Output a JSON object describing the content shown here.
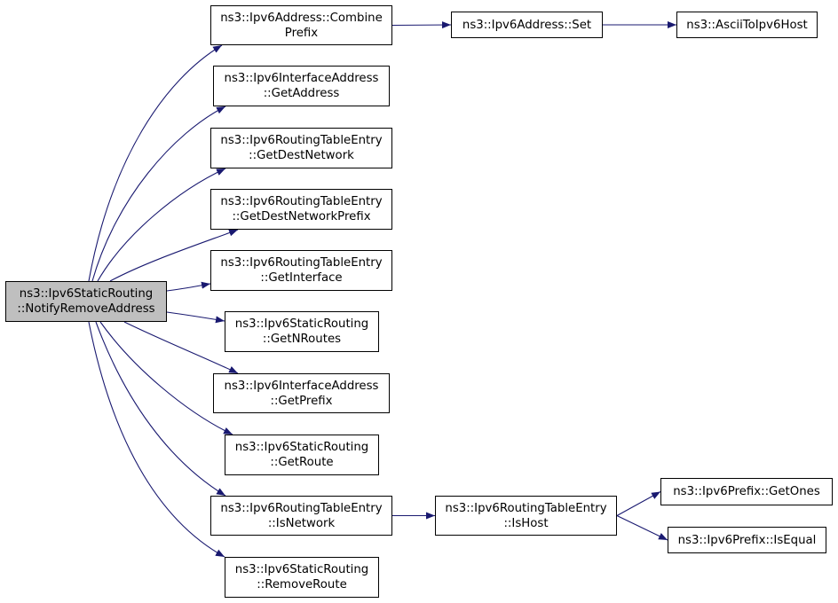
{
  "graph": {
    "edge_color": "#191970",
    "root_fill": "#bfbfbf",
    "node_fill": "#ffffff",
    "nodes": {
      "root": {
        "lines": [
          "ns3::Ipv6StaticRouting",
          "::NotifyRemoveAddress"
        ]
      },
      "combine_prefix": {
        "lines": [
          "ns3::Ipv6Address::Combine",
          "Prefix"
        ]
      },
      "address_set": {
        "lines": [
          "ns3::Ipv6Address::Set"
        ]
      },
      "ascii_to_ipv6": {
        "lines": [
          "ns3::AsciiToIpv6Host"
        ]
      },
      "iface_get_address": {
        "lines": [
          "ns3::Ipv6InterfaceAddress",
          "::GetAddress"
        ]
      },
      "rte_get_dest_network": {
        "lines": [
          "ns3::Ipv6RoutingTableEntry",
          "::GetDestNetwork"
        ]
      },
      "rte_get_dest_network_prefix": {
        "lines": [
          "ns3::Ipv6RoutingTableEntry",
          "::GetDestNetworkPrefix"
        ]
      },
      "rte_get_interface": {
        "lines": [
          "ns3::Ipv6RoutingTableEntry",
          "::GetInterface"
        ]
      },
      "sr_get_nroutes": {
        "lines": [
          "ns3::Ipv6StaticRouting",
          "::GetNRoutes"
        ]
      },
      "iface_get_prefix": {
        "lines": [
          "ns3::Ipv6InterfaceAddress",
          "::GetPrefix"
        ]
      },
      "sr_get_route": {
        "lines": [
          "ns3::Ipv6StaticRouting",
          "::GetRoute"
        ]
      },
      "rte_is_network": {
        "lines": [
          "ns3::Ipv6RoutingTableEntry",
          "::IsNetwork"
        ]
      },
      "rte_is_host": {
        "lines": [
          "ns3::Ipv6RoutingTableEntry",
          "::IsHost"
        ]
      },
      "prefix_get_ones": {
        "lines": [
          "ns3::Ipv6Prefix::GetOnes"
        ]
      },
      "prefix_is_equal": {
        "lines": [
          "ns3::Ipv6Prefix::IsEqual"
        ]
      },
      "sr_remove_route": {
        "lines": [
          "ns3::Ipv6StaticRouting",
          "::RemoveRoute"
        ]
      }
    },
    "edges": [
      [
        "root",
        "combine_prefix"
      ],
      [
        "root",
        "iface_get_address"
      ],
      [
        "root",
        "rte_get_dest_network"
      ],
      [
        "root",
        "rte_get_dest_network_prefix"
      ],
      [
        "root",
        "rte_get_interface"
      ],
      [
        "root",
        "sr_get_nroutes"
      ],
      [
        "root",
        "iface_get_prefix"
      ],
      [
        "root",
        "sr_get_route"
      ],
      [
        "root",
        "rte_is_network"
      ],
      [
        "root",
        "sr_remove_route"
      ],
      [
        "combine_prefix",
        "address_set"
      ],
      [
        "address_set",
        "ascii_to_ipv6"
      ],
      [
        "rte_is_network",
        "rte_is_host"
      ],
      [
        "rte_is_host",
        "prefix_get_ones"
      ],
      [
        "rte_is_host",
        "prefix_is_equal"
      ]
    ]
  }
}
